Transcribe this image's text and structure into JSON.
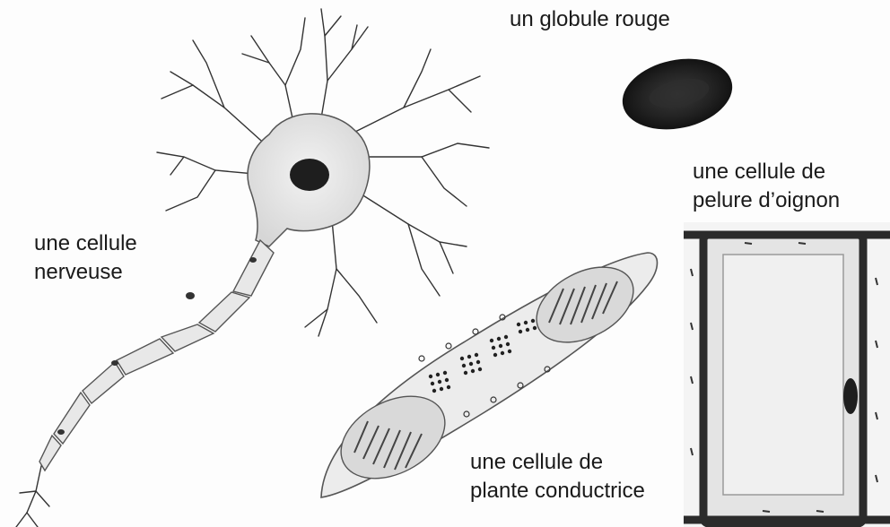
{
  "labels": {
    "red_blood_cell": "un globule rouge",
    "nerve_cell": [
      "une cellule",
      "nerveuse"
    ],
    "onion_cell": [
      "une cellule de",
      "pelure d’oignon"
    ],
    "plant_cell": [
      "une cellule de",
      "plante conductrice"
    ]
  },
  "colors": {
    "ink": "#1a1a1a",
    "cytoplasm": "#e6e6e6",
    "red_blood_cell": "#1e1e1e",
    "onion_wall": "#2b2b2b"
  }
}
